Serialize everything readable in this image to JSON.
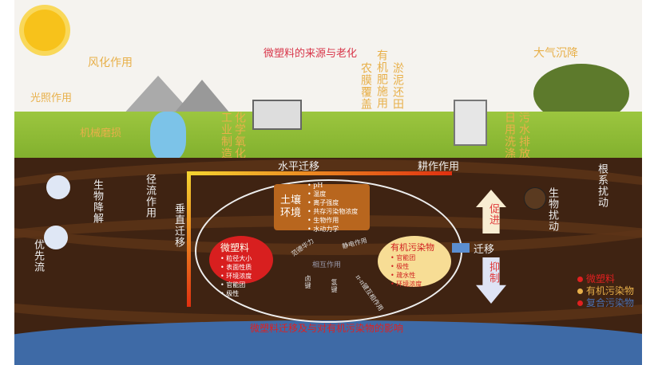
{
  "title_top": "微塑料的来源与老化",
  "title_bottom": "微塑料迁移及与对有机污染物的影响",
  "sources": {
    "sunlight": "光照作用",
    "weathering": "风化作用",
    "mechanical": "机械磨损",
    "industry": "工业制造",
    "chemical": "化学氧化",
    "film": "农膜覆盖",
    "fertilizer": "有机肥施用",
    "sludge": "淤泥还田",
    "washing": "日用洗涤",
    "sewage": "污水排放",
    "deposition": "大气沉降"
  },
  "processes": {
    "horizontal": "水平迁移",
    "tillage": "耕作作用",
    "vertical": "垂直迁移",
    "runoff": "径流作用",
    "biodeg": "生物降解",
    "prefflow": "优先流",
    "bioturb": "生物扰动",
    "root": "根系扰动",
    "migration": "迁移",
    "promote": "促进",
    "inhibit": "抑制"
  },
  "soil_env": {
    "title": "土壤环境",
    "items": [
      "pH",
      "温度",
      "离子强度",
      "共存污染物浓度",
      "生物作用",
      "水动力学"
    ]
  },
  "microplastic": {
    "title": "微塑料",
    "items": [
      "粒径大小",
      "表面性质",
      "环境浓度",
      "官能团",
      "极性"
    ]
  },
  "organic": {
    "title": "有机污染物",
    "items": [
      "官能团",
      "极性",
      "疏水性",
      "环境浓度"
    ]
  },
  "interactions": {
    "center": "相互作用",
    "vdw": "范德华力",
    "electro": "静电作用",
    "halogen": "卤键",
    "hbond": "氢键",
    "pipi": "π-π键互相作用"
  },
  "legend": [
    {
      "label": "微塑料",
      "color": "#e02020"
    },
    {
      "label": "有机污染物",
      "color": "#e8b04a"
    },
    {
      "label": "复合污染物",
      "color": "#4a6fb0"
    }
  ]
}
